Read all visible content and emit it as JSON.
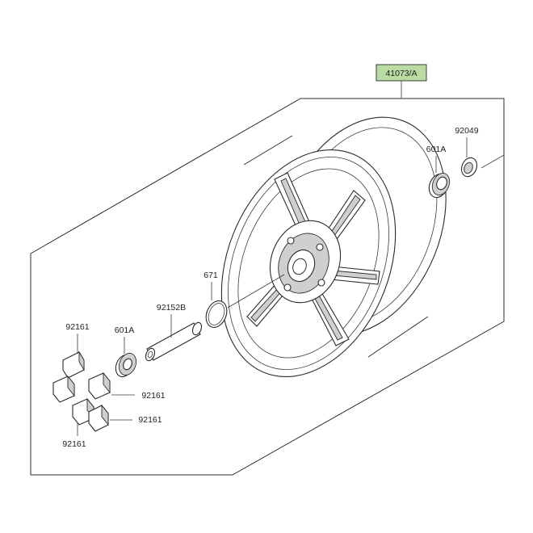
{
  "parts": {
    "assembly": {
      "number": "41073/A",
      "highlight_color": "#b9dca4"
    },
    "bearing_right": {
      "number": "601A"
    },
    "seal_right": {
      "number": "92049"
    },
    "o_ring": {
      "number": "671"
    },
    "collar": {
      "number": "92152B"
    },
    "bearing_left": {
      "number": "601A"
    },
    "damper_1": {
      "number": "92161"
    },
    "damper_2": {
      "number": "92161"
    },
    "damper_3": {
      "number": "92161"
    },
    "damper_4": {
      "number": "92161"
    }
  }
}
